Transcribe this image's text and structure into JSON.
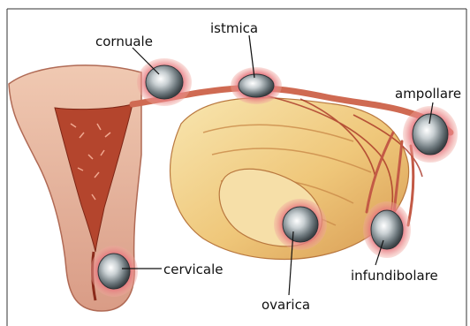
{
  "labels": {
    "cornuale": "cornuale",
    "istmica": "istmica",
    "ampollare": "ampollare",
    "cervicale": "cervicale",
    "ovarica": "ovarica",
    "infundibolare": "infundibolare"
  },
  "colors": {
    "uterus_wall": "#e8b79c",
    "cavity": "#b4452d",
    "ovary": "#efc77a",
    "ovary_light": "#f8e6b0",
    "tube": "#cf6a52",
    "vessels": "#a83324",
    "implant_rim": "#e5707a",
    "embryo_sac": "#8e9aa0"
  }
}
